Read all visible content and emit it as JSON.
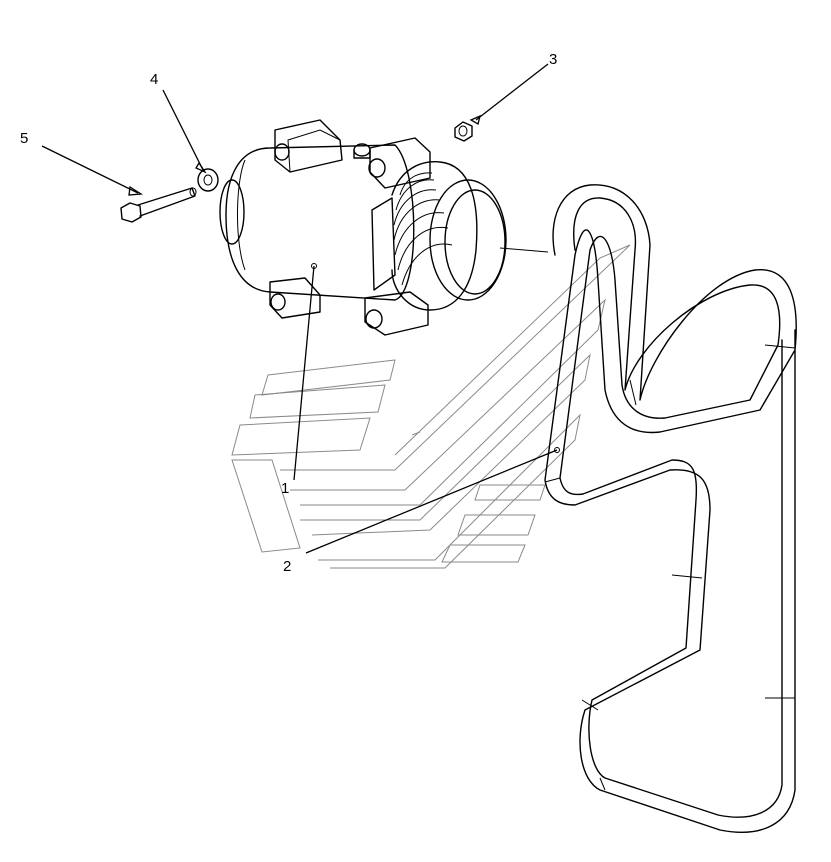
{
  "callouts": [
    {
      "id": "1",
      "label": "1"
    },
    {
      "id": "2",
      "label": "2"
    },
    {
      "id": "3",
      "label": "3"
    },
    {
      "id": "4",
      "label": "4"
    },
    {
      "id": "5",
      "label": "5"
    }
  ],
  "parts": {
    "compressor": "compressor-icon",
    "belt": "drive-belt-icon",
    "nut": "nut-icon",
    "washer": "washer-icon",
    "bolt": "bolt-icon"
  },
  "colors": {
    "line": "#000000",
    "watermark": "#8a8a8a",
    "background": "#ffffff"
  }
}
